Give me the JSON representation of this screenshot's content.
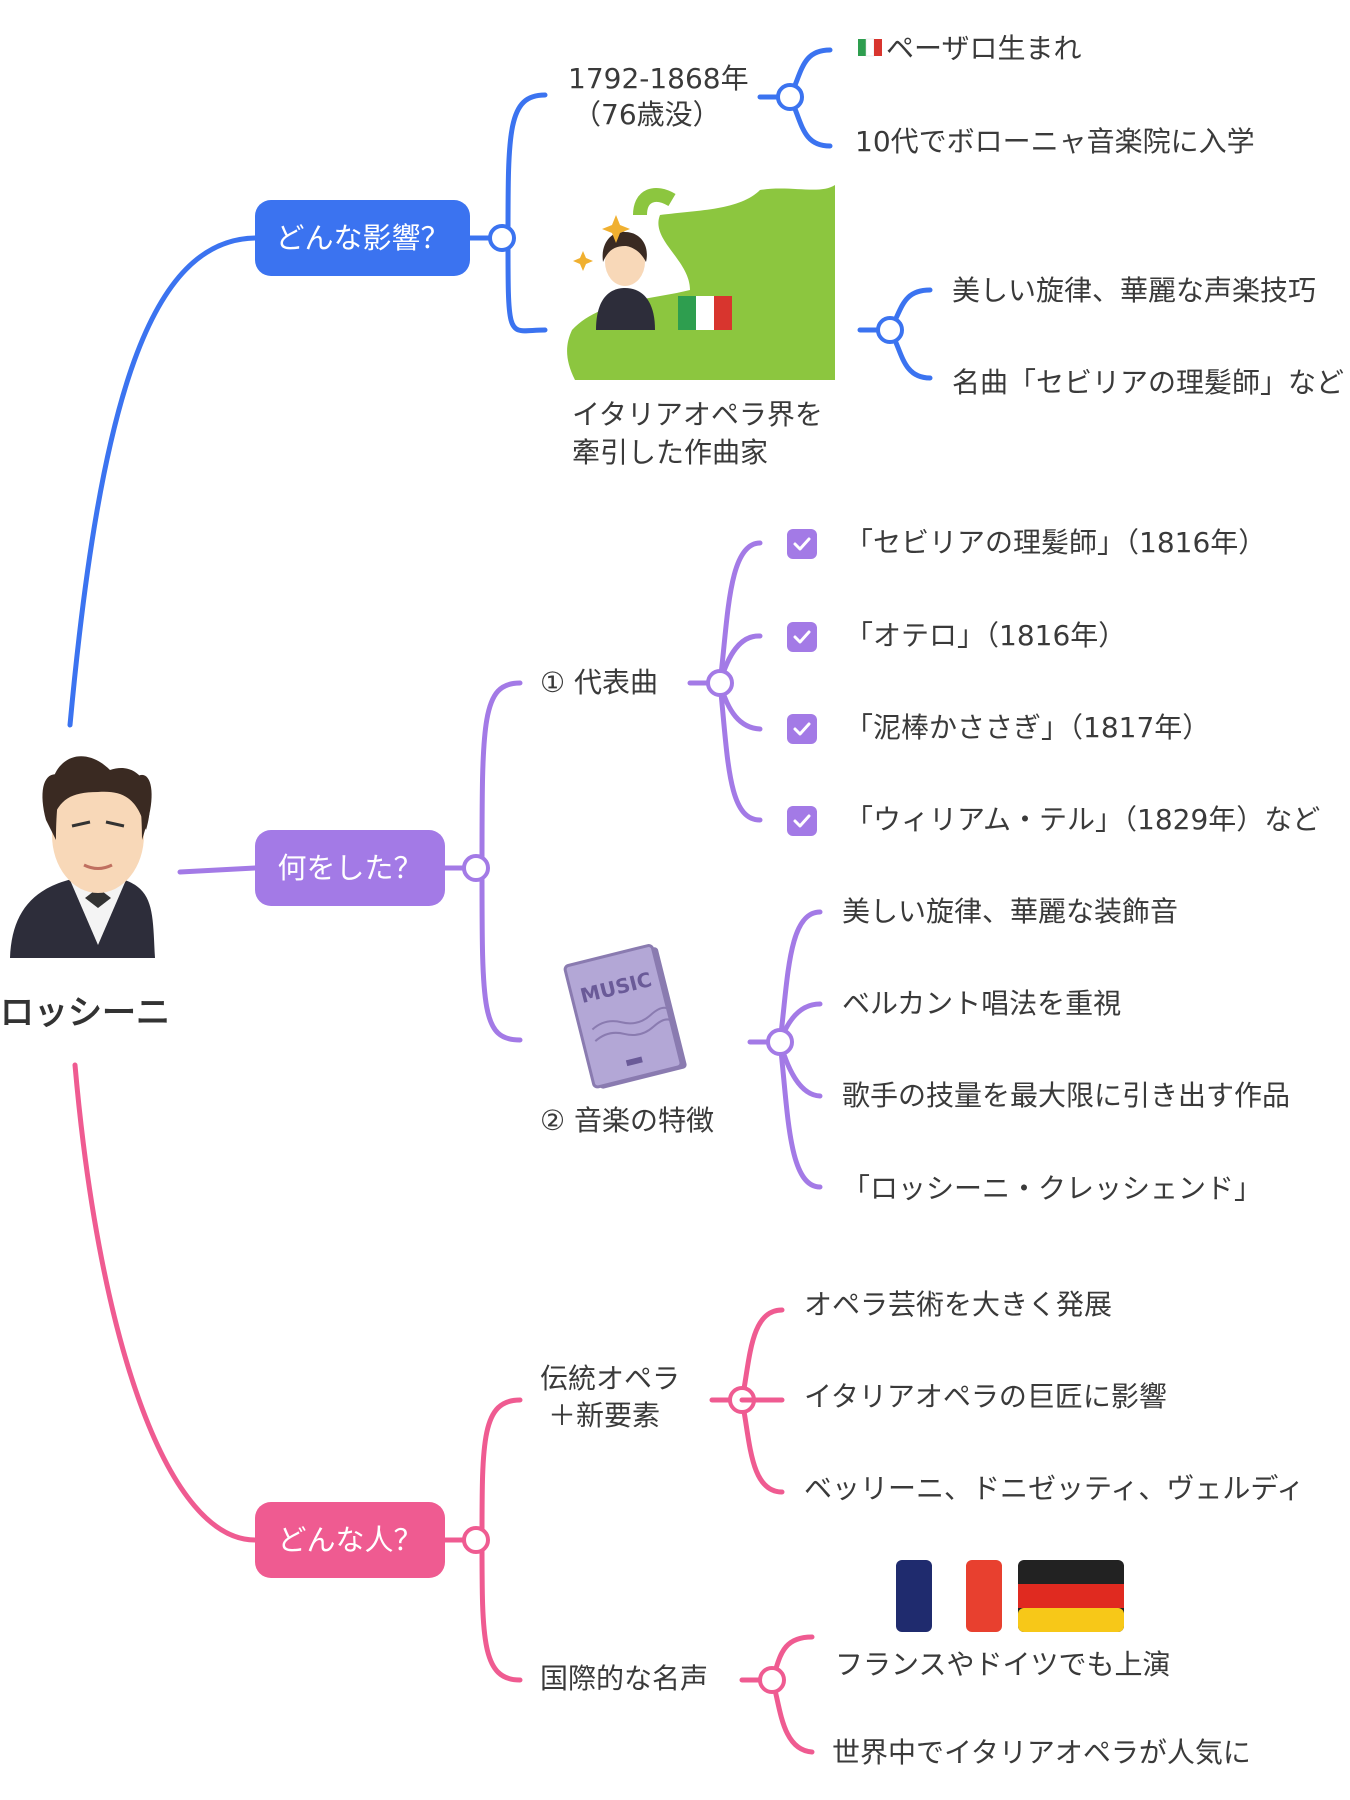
{
  "colors": {
    "blue": "#3b73f0",
    "purple": "#a37ae6",
    "pink": "#ef5b91",
    "text": "#3a3a3a"
  },
  "center": {
    "name": "ロッシーニ",
    "icon": "rossini-portrait-icon"
  },
  "branches": {
    "influence": {
      "label": "どんな影響？",
      "years": {
        "line1": "1792-1868年",
        "line2": "（76歳没）"
      },
      "birth": "ペーザロ生まれ",
      "birth_icon": "italy-flag-icon",
      "study": "10代でボローニャ音楽院に入学",
      "caption": {
        "line1": "イタリアオペラ界を",
        "line2": "牽引した作曲家"
      },
      "image_icon": "europe-map-rossini-icon",
      "traits": [
        "美しい旋律、華麗な声楽技巧",
        "名曲「セビリアの理髪師」など"
      ]
    },
    "work": {
      "label": "何をした？",
      "works": {
        "label": "① 代表曲",
        "items": [
          "「セビリアの理髪師」（1816年）",
          "「オテロ」（1816年）",
          "「泥棒かささぎ」（1817年）",
          "「ウィリアム・テル」（1829年）など"
        ]
      },
      "features": {
        "label": "② 音楽の特徴",
        "icon": "music-score-book-icon",
        "items": [
          "美しい旋律、華麗な装飾音",
          "ベルカント唱法を重視",
          "歌手の技量を最大限に引き出す作品",
          "「ロッシーニ・クレッシェンド」"
        ]
      }
    },
    "person": {
      "label": "どんな人？",
      "tradition": {
        "line1": "伝統オペラ",
        "line2": "＋新要素",
        "items": [
          "オペラ芸術を大きく発展",
          "イタリアオペラの巨匠に影響",
          "ベッリーニ、ドニゼッティ、ヴェルディ"
        ]
      },
      "fame": {
        "label": "国際的な名声",
        "flags_icon": "france-germany-flags-icon",
        "items": [
          "フランスやドイツでも上演",
          "世界中でイタリアオペラが人気に"
        ]
      }
    }
  }
}
